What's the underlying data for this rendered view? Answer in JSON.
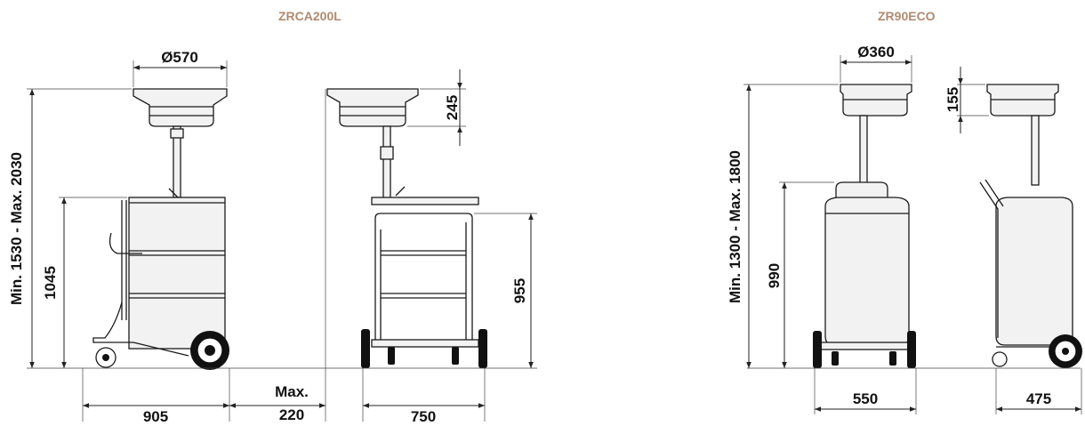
{
  "models": [
    {
      "name": "ZRCA200L"
    },
    {
      "name": "ZR90ECO"
    }
  ],
  "dimensions": {
    "zrca_bowl_diameter": "Ø570",
    "zrca_height_range": "Min. 1530 - Max. 2030",
    "zrca_drum_height": "1045",
    "zrca_bowl_height": "245",
    "zrca_frame_height": "955",
    "zrca_length": "905",
    "zrca_offset_line1": "Max.",
    "zrca_offset_line2": "220",
    "zrca_width": "750",
    "zr90_bowl_diameter": "Ø360",
    "zr90_bowl_height": "155",
    "zr90_height_range": "Min. 1300 - Max. 1800",
    "zr90_tank_height": "990",
    "zr90_width": "550",
    "zr90_depth": "475"
  },
  "colors": {
    "title": "#b08a70",
    "line": "#1a1a1a"
  }
}
